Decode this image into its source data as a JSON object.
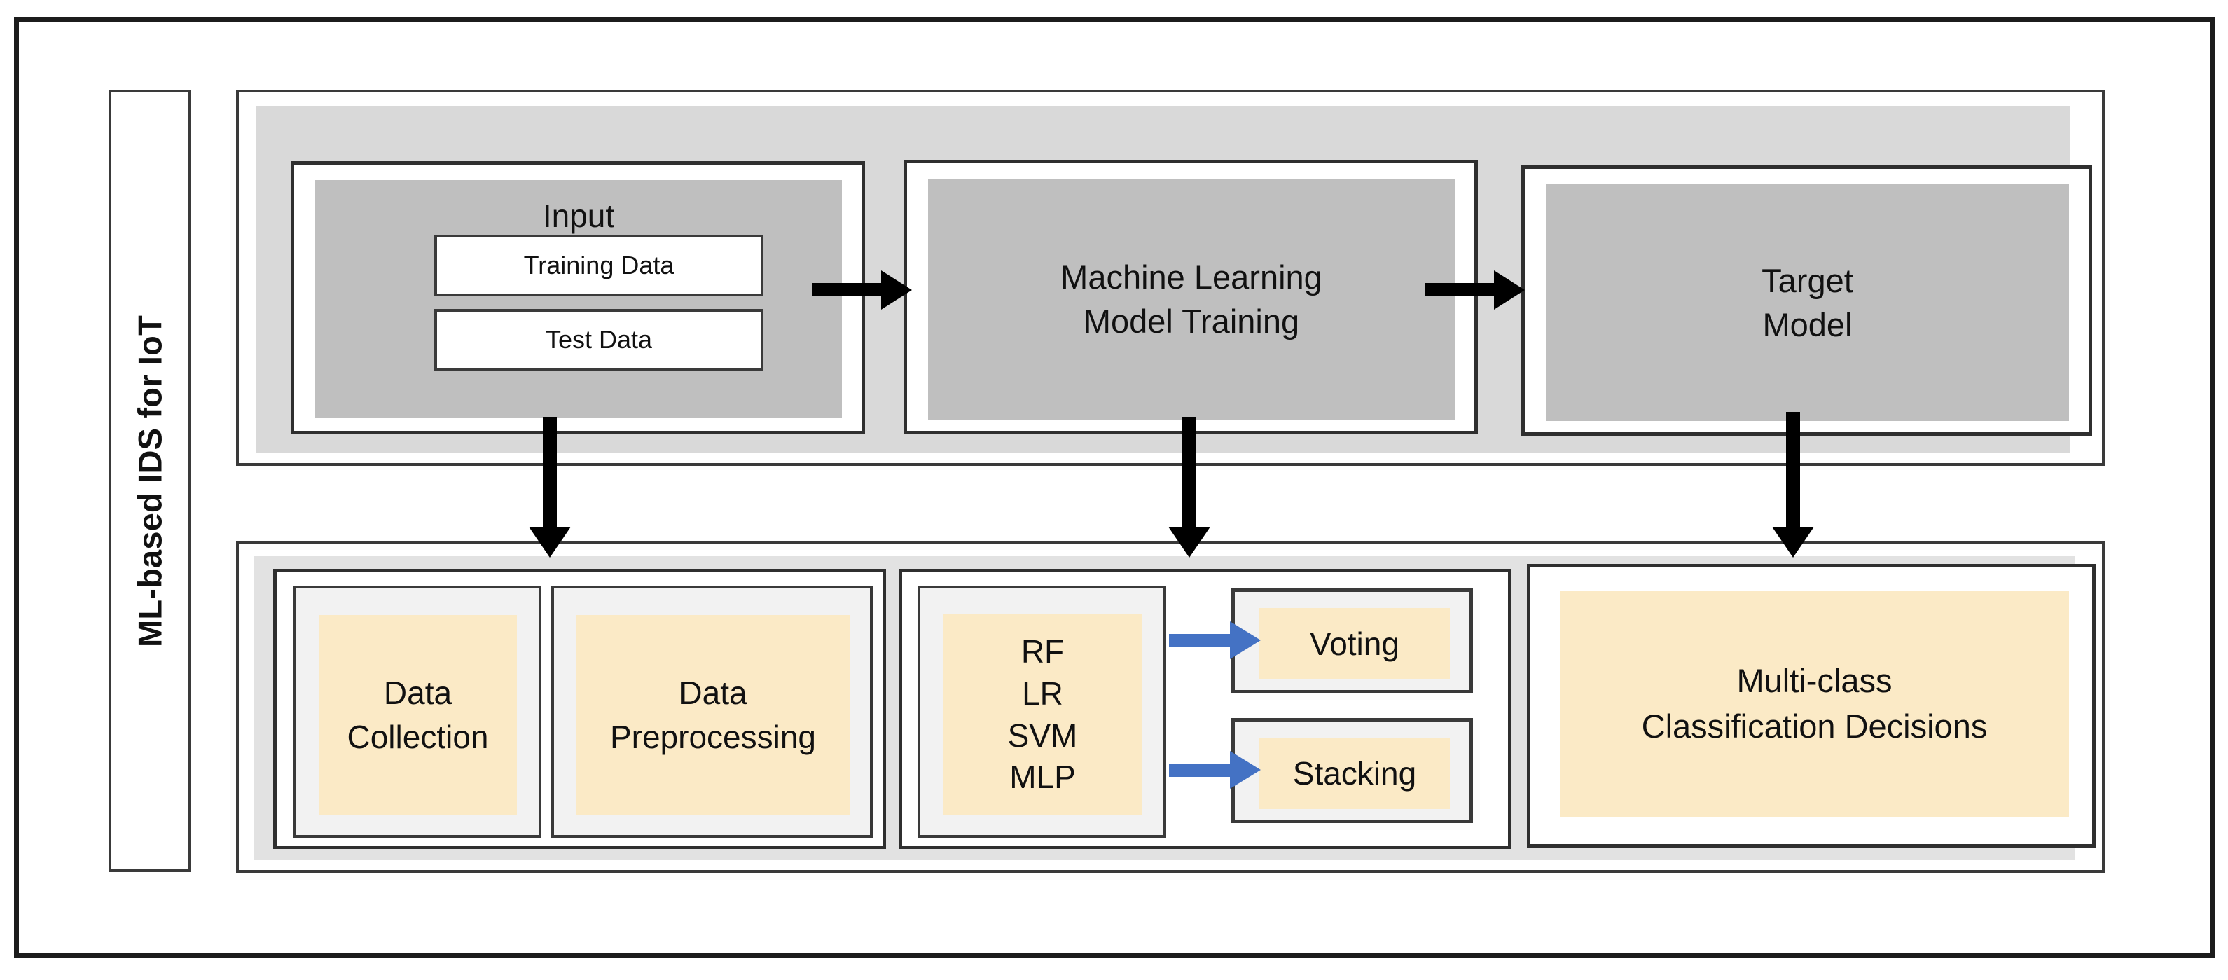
{
  "figure": {
    "side_label": "ML-based IDS for IoT"
  },
  "top_section": {
    "input": {
      "title": "Input",
      "items": [
        {
          "label": "Training Data"
        },
        {
          "label": "Test Data"
        }
      ]
    },
    "training": {
      "line1": "Machine Learning",
      "line2": "Model Training"
    },
    "target": {
      "line1": "Target",
      "line2": "Model"
    }
  },
  "bottom_section": {
    "pipeline": [
      {
        "line1": "Data",
        "line2": "Collection"
      },
      {
        "line1": "Data",
        "line2": "Preprocessing"
      }
    ],
    "models": {
      "items": [
        "RF",
        "LR",
        "SVM",
        "MLP"
      ]
    },
    "ensembles": [
      {
        "label": "Voting"
      },
      {
        "label": "Stacking"
      }
    ],
    "output": {
      "line1": "Multi-class",
      "line2": "Classification Decisions"
    }
  },
  "connectors": {
    "input_to_training": "arrow-right",
    "training_to_target": "arrow-right",
    "input_to_collection": "arrow-down",
    "training_to_models": "arrow-down",
    "target_to_decisions": "arrow-down",
    "models_to_voting": "arrow-right-blue",
    "models_to_stacking": "arrow-right-blue"
  },
  "colors": {
    "outer_border": "#1c1c1c",
    "panel_border": "#3a3a3a",
    "band_gray": "#d9d9d9",
    "fill_gray": "#bfbfbf",
    "fill_cream": "#fbeac6",
    "fill_light": "#f2f2f2",
    "arrow_black": "#000000",
    "arrow_blue": "#4472c4"
  }
}
